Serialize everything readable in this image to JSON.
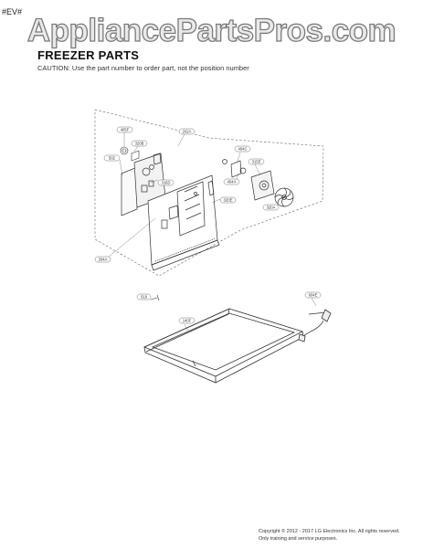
{
  "header": {
    "rev_tag": "#EV#",
    "watermark": "AppliancePartsPros.com",
    "title": "FREEZER PARTS",
    "caution": "CAUTION: Use the part number to order part, not the position number"
  },
  "callouts": {
    "c1": "405F",
    "c2": "320B",
    "c3": "502",
    "c4": "202A",
    "c5": "404C",
    "c6": "315E",
    "c7": "316D",
    "c8": "404A",
    "c9": "320E",
    "c10": "320A",
    "c11": "264A",
    "c12": "S16",
    "c13": "140F",
    "c14": "604E"
  },
  "footer": {
    "copyright_line1": "Copyright © 2012 - 2017 LG Electronics Inc. All rights reserved.",
    "copyright_line2": "Only training and service purposes."
  }
}
